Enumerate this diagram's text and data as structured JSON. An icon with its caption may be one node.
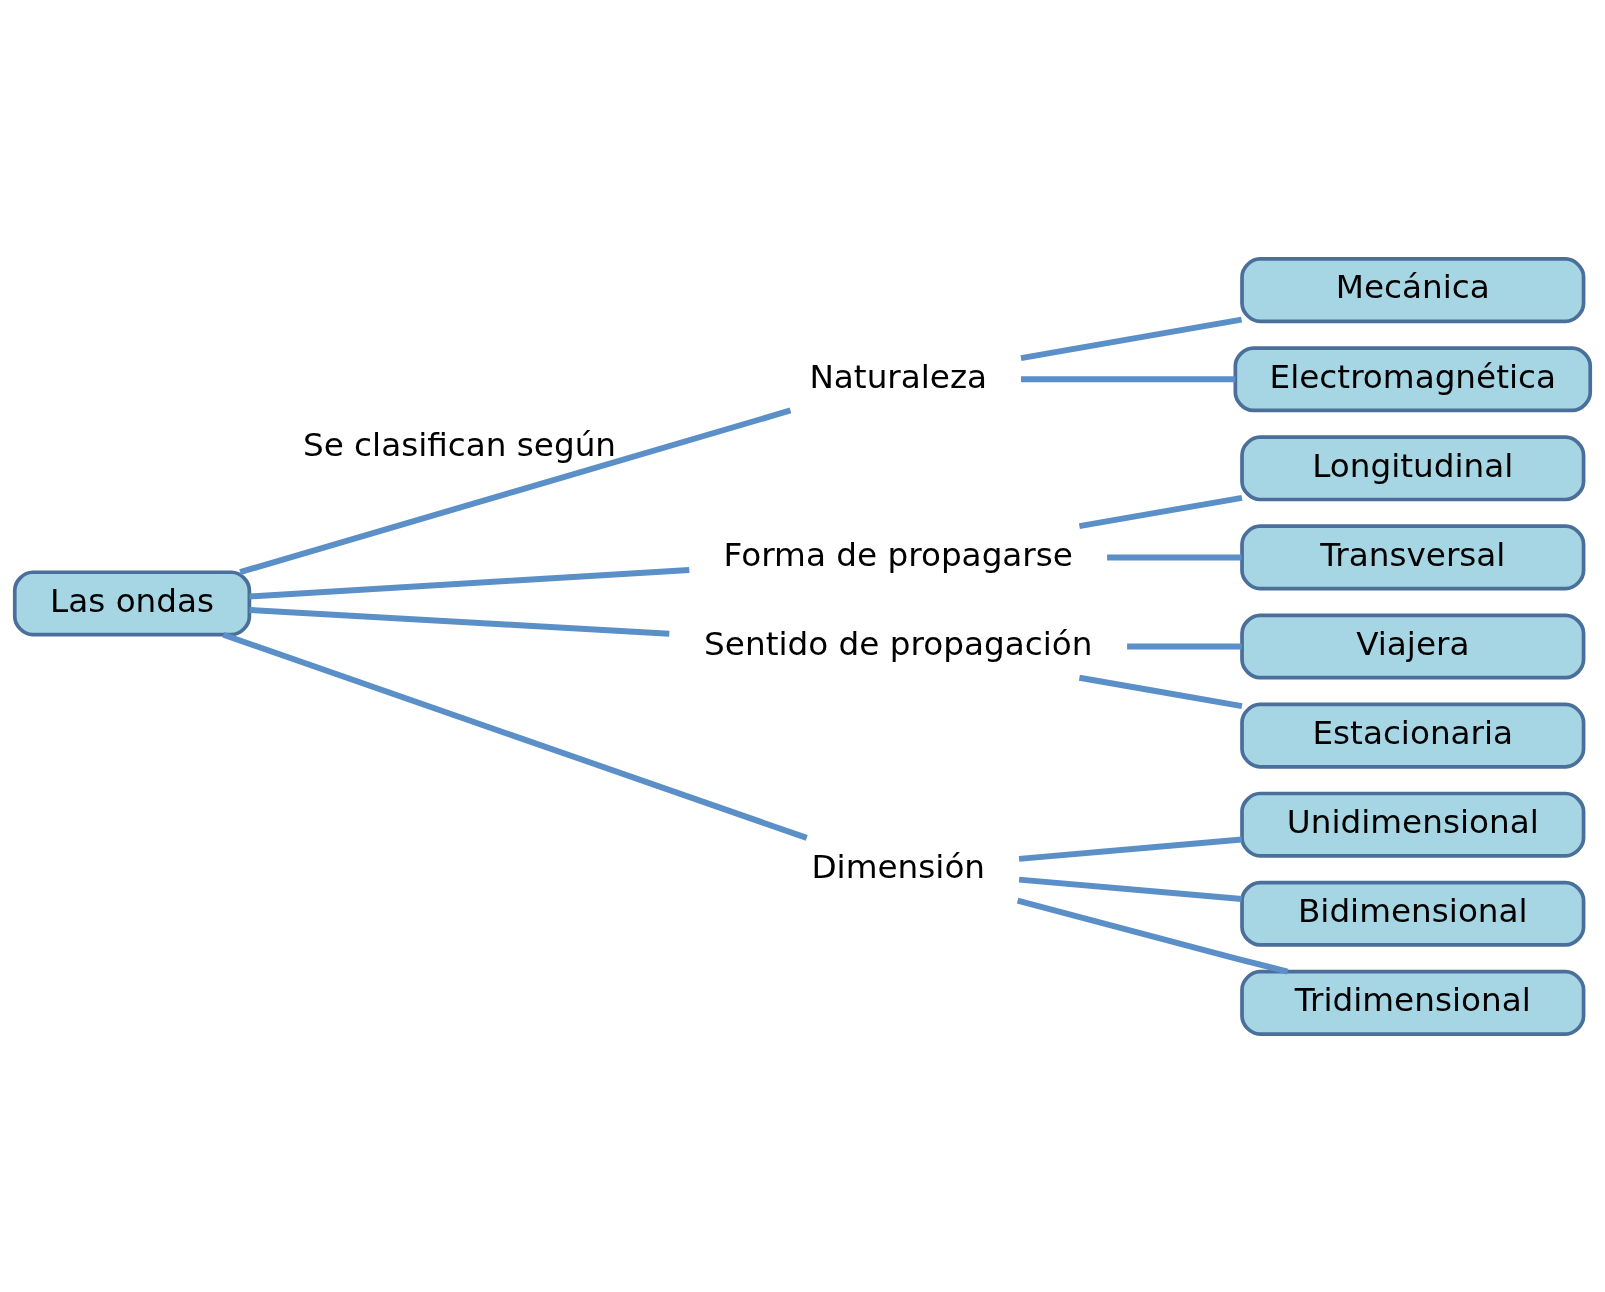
{
  "diagram": {
    "nodes": [
      {
        "text": [
          "Las ondas"
        ]
      },
      {
        "text": [
          "Naturaleza"
        ]
      },
      {
        "text": [
          "Mecánica"
        ]
      },
      {
        "text": [
          "Electromagnética"
        ]
      },
      {
        "text": [
          "Forma de propagarse"
        ]
      },
      {
        "text": [
          "Longitudinal"
        ]
      },
      {
        "text": [
          "Transversal"
        ]
      },
      {
        "text": [
          "Sentido de propagación"
        ]
      },
      {
        "text": [
          "Viajera"
        ]
      },
      {
        "text": [
          "Estacionaria"
        ]
      },
      {
        "text": [
          "Dimensión"
        ]
      },
      {
        "text": [
          "Unidimensional"
        ]
      },
      {
        "text": [
          "Bidimensional"
        ]
      },
      {
        "text": [
          "Tridimensional"
        ]
      }
    ],
    "edges": [
      {
        "from": 0,
        "to": 1,
        "arrow": "none",
        "label": "Se clasifican según"
      },
      {
        "from": 0,
        "to": 4,
        "arrow": "none"
      },
      {
        "from": 0,
        "to": 7,
        "arrow": "none"
      },
      {
        "from": 0,
        "to": 10,
        "arrow": "none"
      },
      {
        "from": 1,
        "to": 2,
        "arrow": "none"
      },
      {
        "from": 1,
        "to": 3,
        "arrow": "none"
      },
      {
        "from": 4,
        "to": 5,
        "arrow": "none"
      },
      {
        "from": 4,
        "to": 6,
        "arrow": "none"
      },
      {
        "from": 7,
        "to": 8,
        "arrow": "none"
      },
      {
        "from": 7,
        "to": 9,
        "arrow": "none"
      },
      {
        "from": 10,
        "to": 11,
        "arrow": "none"
      },
      {
        "from": 10,
        "to": 12,
        "arrow": "none"
      },
      {
        "from": 10,
        "to": 13,
        "arrow": "none"
      }
    ]
  }
}
